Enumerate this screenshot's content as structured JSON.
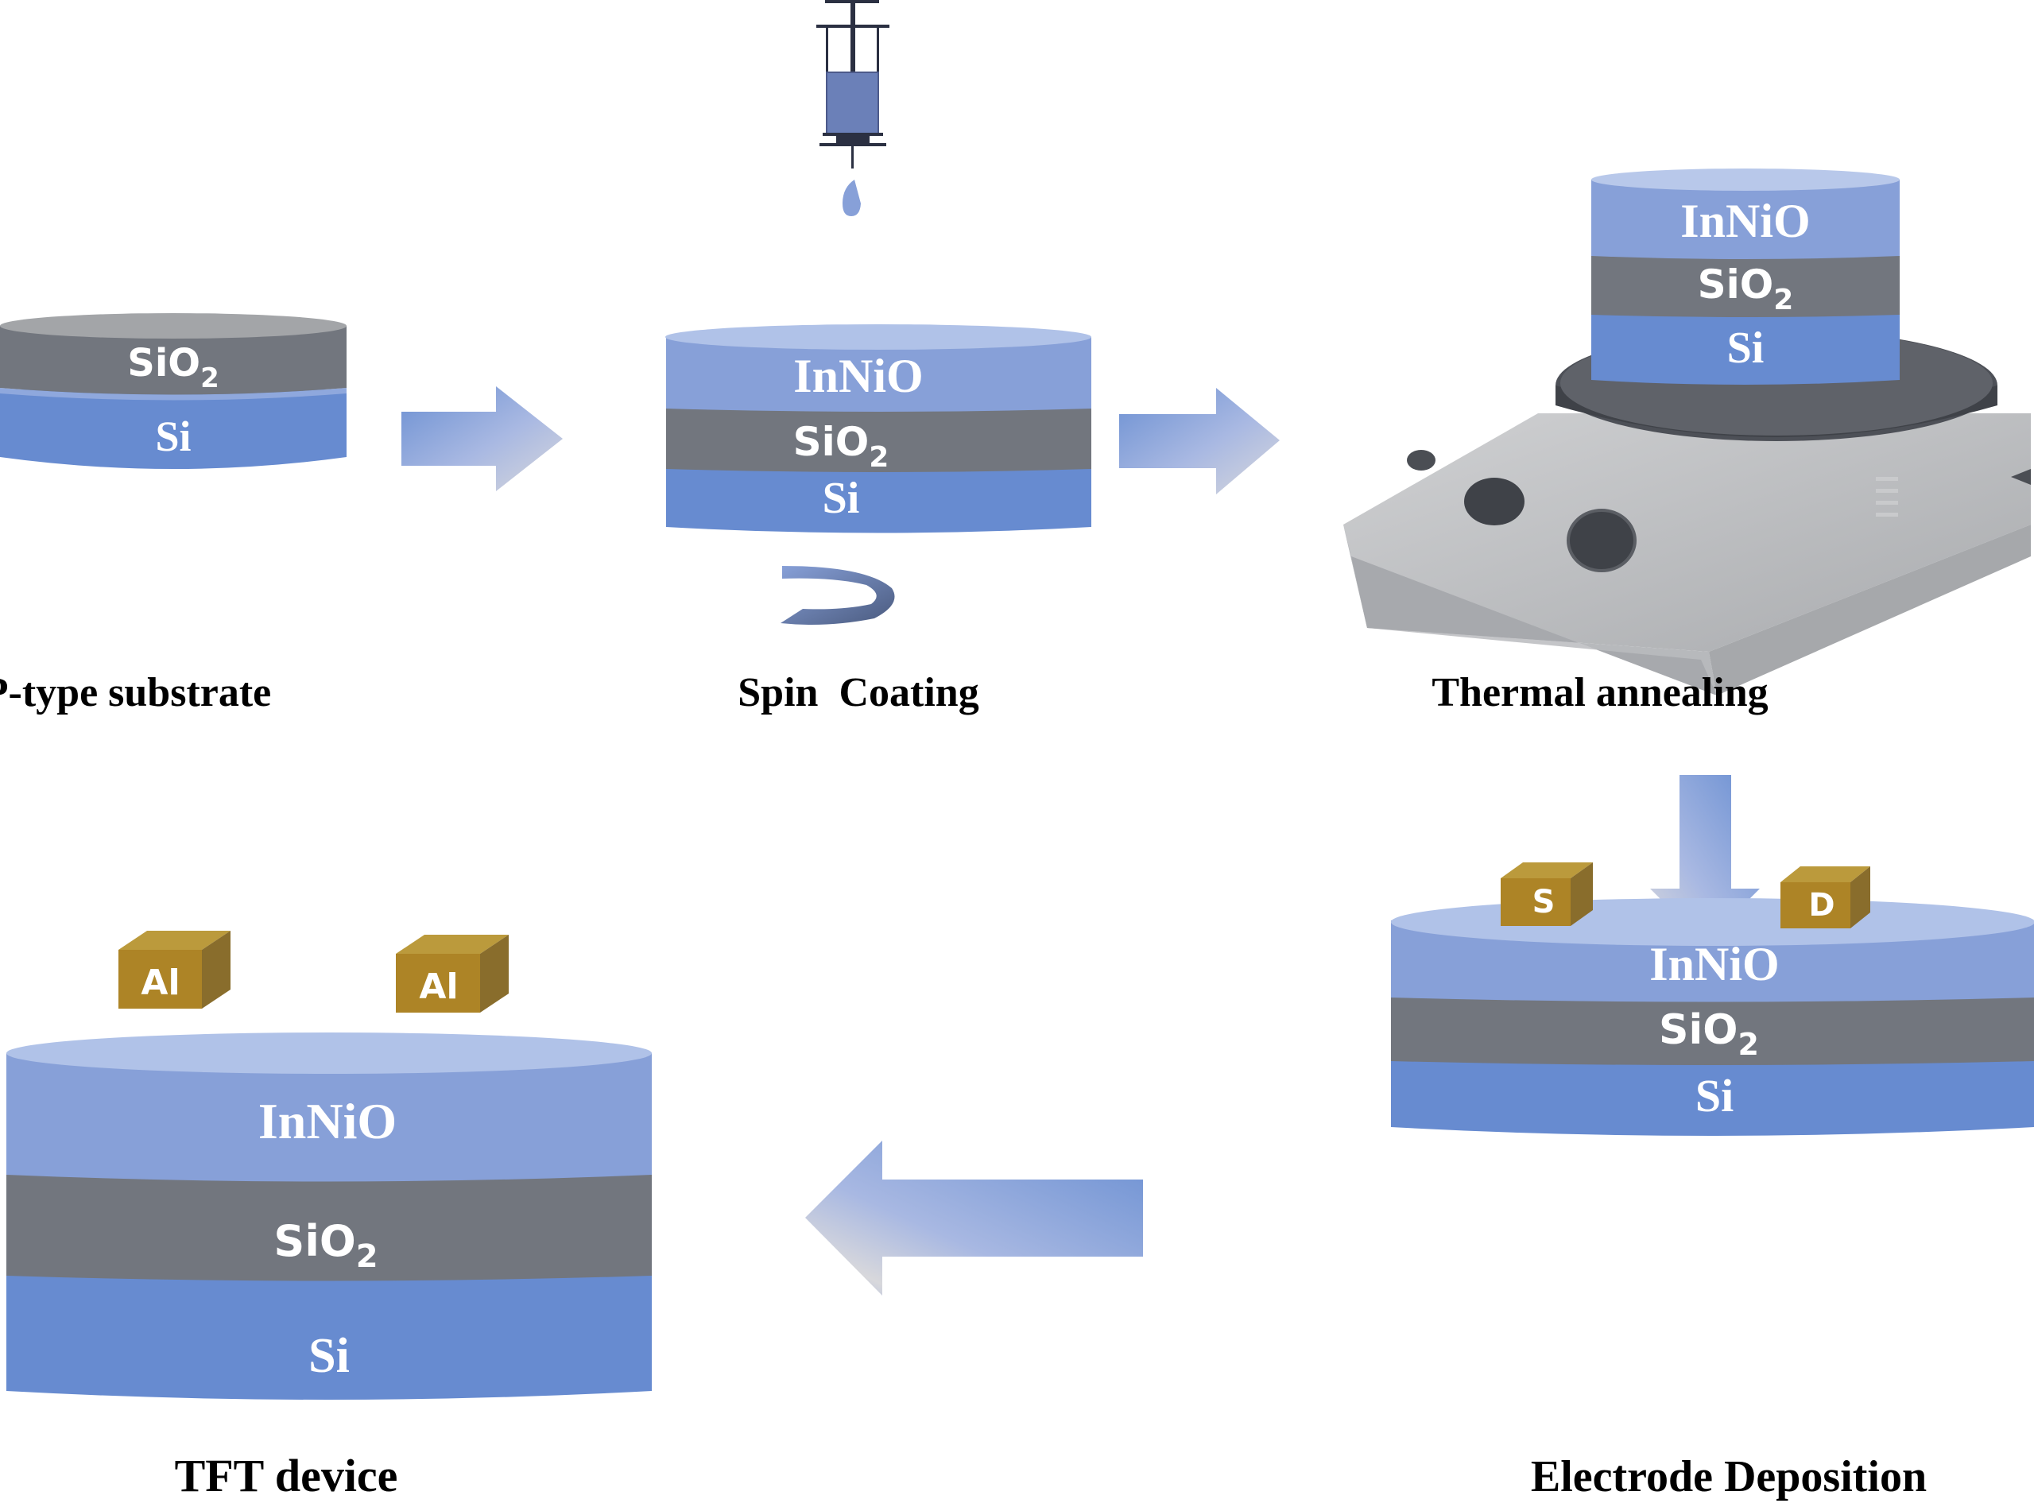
{
  "colors": {
    "innio_side": "#87a0d8",
    "innio_top": "#b0c2e8",
    "sio2": "#72767e",
    "sio2_top": "#a3a5a8",
    "si": "#678bd0",
    "electrode_front": "#ad8426",
    "electrode_top": "#bb9a3c",
    "electrode_side": "#896d2c",
    "label_text": "#ffffff",
    "step_text": "#000000"
  },
  "layers": {
    "innio": "InNiO",
    "sio2_base": "SiO",
    "sio2_sub": "2",
    "si": "Si"
  },
  "steps": [
    {
      "id": "substrate",
      "label": "P-type substrate"
    },
    {
      "id": "spin",
      "label": "Spin  Coating"
    },
    {
      "id": "anneal",
      "label": "Thermal annealing"
    },
    {
      "id": "electrode",
      "label": "Electrode Deposition"
    },
    {
      "id": "tft",
      "label": "TFT device"
    }
  ],
  "electrodes": {
    "tft": [
      "Al",
      "Al"
    ],
    "deposition": [
      "S",
      "D"
    ]
  },
  "icons": [
    "syringe-icon",
    "droplet-icon",
    "rotation-arrow-icon",
    "hotplate-icon",
    "process-arrow-icon"
  ]
}
